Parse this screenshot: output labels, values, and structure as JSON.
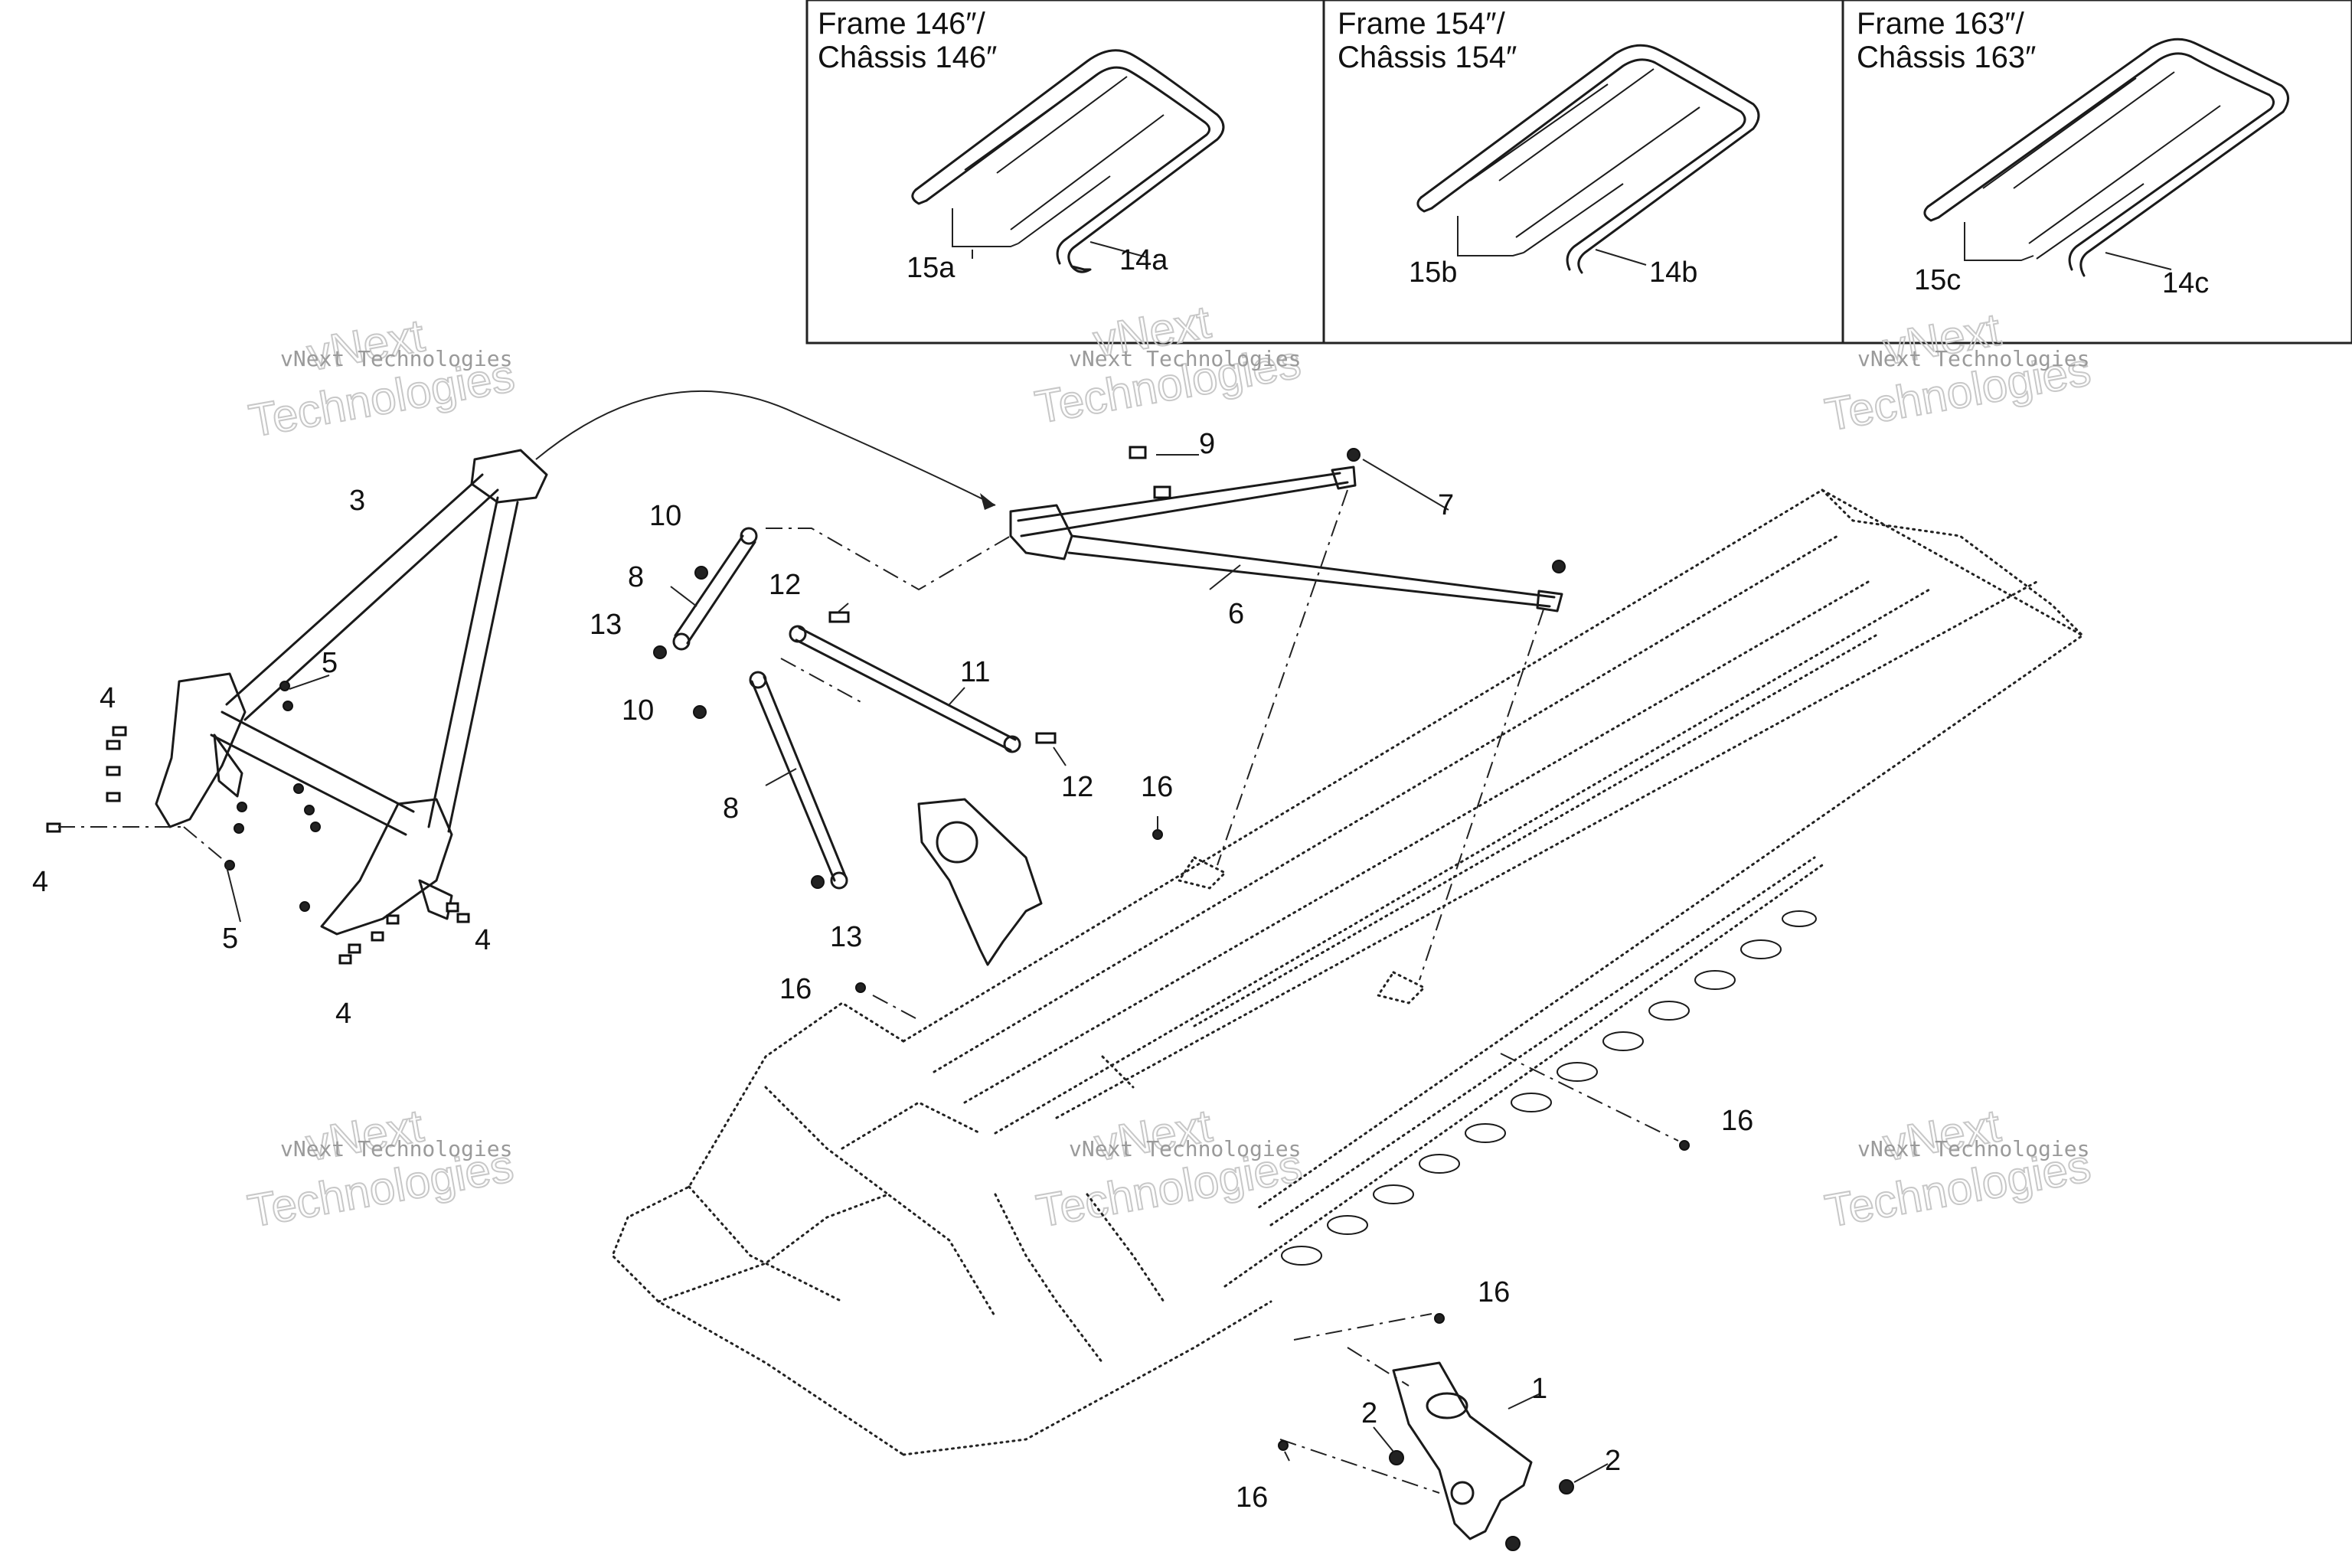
{
  "insets": [
    {
      "title_line1": "Frame 146″/",
      "title_line2": "Châssis 146″",
      "label_rail": "14a",
      "label_bolt": "15a"
    },
    {
      "title_line1": "Frame 154″/",
      "title_line2": "Châssis 154″",
      "label_rail": "14b",
      "label_bolt": "15b"
    },
    {
      "title_line1": "Frame 163″/",
      "title_line2": "Châssis 163″",
      "label_rail": "14c",
      "label_bolt": "15c"
    }
  ],
  "watermark": {
    "small": "vNext Technologies",
    "large_line1": "vNext",
    "large_line2": "Technologies"
  },
  "callouts": {
    "c1": "1",
    "c2": "2",
    "c3": "3",
    "c4": "4",
    "c5": "5",
    "c6": "6",
    "c7": "7",
    "c8": "8",
    "c9": "9",
    "c10": "10",
    "c11": "11",
    "c12": "12",
    "c13": "13",
    "c16": "16"
  },
  "colors": {
    "line": "#1a1a1a",
    "watermark": "#9a9a9a",
    "background": "#ffffff"
  }
}
